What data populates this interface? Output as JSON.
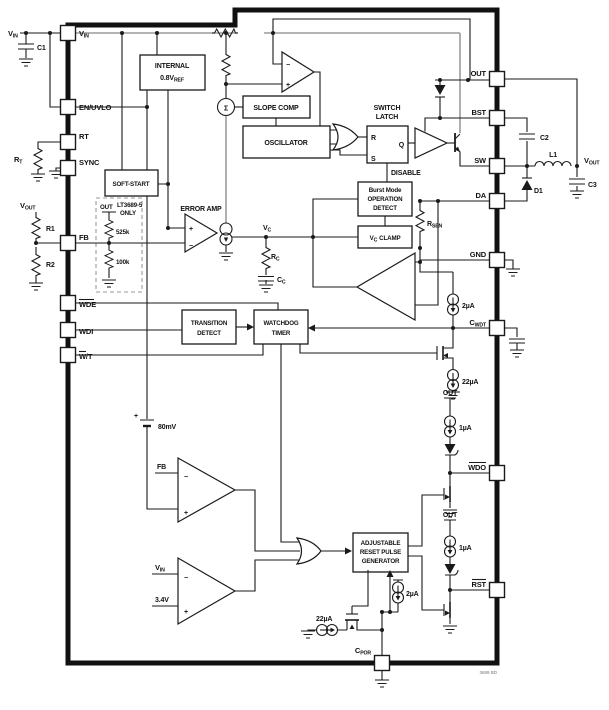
{
  "diagram": {
    "title_note": "3689 BD",
    "colors": {
      "wire": "#1a1a1a",
      "rail": "#9b9b9b",
      "background": "#ffffff",
      "dashed_box": "#999999"
    },
    "t": {
      "vin_m": "V",
      "vin_s": "IN",
      "en": "EN/UVLO",
      "rt_pin": "RT",
      "rt_m": "R",
      "rt_s": "T",
      "sync": "SYNC",
      "fb": "FB",
      "wde": "WDE",
      "wdi": "WDI",
      "wt": "W/T",
      "out": "OUT",
      "bst": "BST",
      "sw": "SW",
      "da": "DA",
      "gnd": "GND",
      "c_m": "C",
      "wdt_s": "WDT",
      "por_s": "POR",
      "wdo": "WDO",
      "rst": "RST",
      "vout_m": "V",
      "vout_s": "OUT",
      "c1": "C1",
      "c2": "C2",
      "c3": "C3",
      "l1": "L1",
      "d1": "D1",
      "r1": "R1",
      "r2": "R2",
      "internal": "INTERNAL",
      "ref_m": "0.8V",
      "ref_s": "REF",
      "slope": "SLOPE COMP",
      "osc": "OSCILLATOR",
      "soft": "SOFT-START",
      "switch1": "SWITCH",
      "switch2": "LATCH",
      "r_in": "R",
      "s_in": "S",
      "q_out": "Q",
      "disable": "DISABLE",
      "burst1": "Burst Mode",
      "burst2": "OPERATION",
      "burst3": "DETECT",
      "vc_m": "V",
      "vc_s": "C",
      "clamp": "CLAMP",
      "erroramp": "ERROR AMP",
      "rc_m": "R",
      "rc_s": "C",
      "cc_m": "C",
      "cc_s": "C",
      "rsen_m": "R",
      "rsen_s": "SEN",
      "trans1": "TRANSITION",
      "trans2": "DETECT",
      "wd1": "WATCHDOG",
      "wd2": "TIMER",
      "adj1": "ADJUSTABLE",
      "adj2": "RESET PULSE",
      "adj3": "GENERATOR",
      "mv": "80mV",
      "v34": "3.4V",
      "i1": "1µA",
      "i2": "2µA",
      "i22": "22µA",
      "k525": "525k",
      "k100": "100k",
      "lt": "LT3689-5",
      "only": "ONLY",
      "sigma": "Σ",
      "plus": "+",
      "minus": "−",
      "note": "3689 BD"
    }
  }
}
